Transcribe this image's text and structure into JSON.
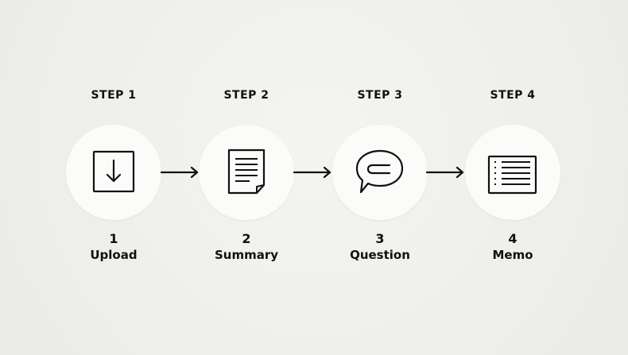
{
  "steps": [
    {
      "header": "STEP 1",
      "number": "1",
      "label": "Upload",
      "icon": "upload-icon"
    },
    {
      "header": "STEP 2",
      "number": "2",
      "label": "Summary",
      "icon": "document-icon"
    },
    {
      "header": "STEP 3",
      "number": "3",
      "label": "Question",
      "icon": "chat-bubble-icon"
    },
    {
      "header": "STEP 4",
      "number": "4",
      "label": "Memo",
      "icon": "memo-icon"
    }
  ],
  "colors": {
    "background": "#efefec",
    "circle": "#fbfbfa",
    "ink": "#111111"
  }
}
